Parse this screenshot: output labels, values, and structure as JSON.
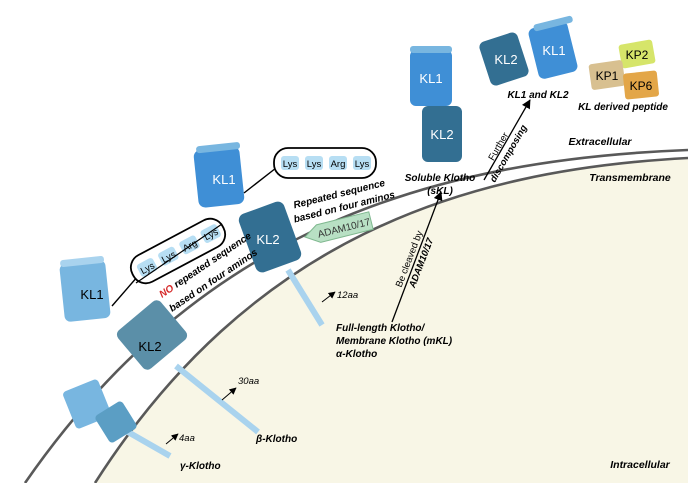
{
  "regions": {
    "extracellular": "Extracellular",
    "transmembrane": "Transmembrane",
    "intracellular": "Intracellular"
  },
  "domains": {
    "kl1": "KL1",
    "kl2": "KL2"
  },
  "peptides": {
    "kp1": "KP1",
    "kp2": "KP2",
    "kp6": "KP6"
  },
  "sequence": {
    "residues": [
      "Lys",
      "Lys",
      "Arg",
      "Lys"
    ],
    "repeated_line1": "Repeated sequence",
    "repeated_line2": "based on four aminos",
    "no_word": "NO",
    "no_rest": " repeated sequence",
    "no_line2": "based on four aminos"
  },
  "enzyme": "ADAM10/17",
  "tail_lengths": {
    "alpha": "12aa",
    "beta": "30aa",
    "gamma": "4aa"
  },
  "labels": {
    "full_length_1": "Full-length Klotho/",
    "full_length_2": "Membrane Klotho (mKL)",
    "full_length_3": "α-Klotho",
    "beta": "β-Klotho",
    "gamma": "γ-Klotho",
    "soluble_1": "Soluble Klotho",
    "soluble_2": "(sKL)",
    "kl1_kl2": "KL1 and KL2",
    "kl_peptide": "KL derived peptide"
  },
  "arrows": {
    "cleave_1": "Be cleaved by",
    "cleave_2": "ADAM10/17",
    "further_1": "Further",
    "further_2": "discomposing"
  },
  "colors": {
    "kl1_alpha": "#3f8fd6",
    "kl2_alpha": "#336f92",
    "kl1_light": "#78b6e0",
    "kl2_light": "#5b8fa8",
    "tail": "#a9d3ee",
    "membrane": "#595959",
    "intracellular_fill": "#f8f6e6",
    "enzyme_fill": "#b8e0c4",
    "no_red": "#d62a2a",
    "kp1": "#d8c090",
    "kp2": "#d6e56a",
    "kp6": "#e3a648"
  }
}
